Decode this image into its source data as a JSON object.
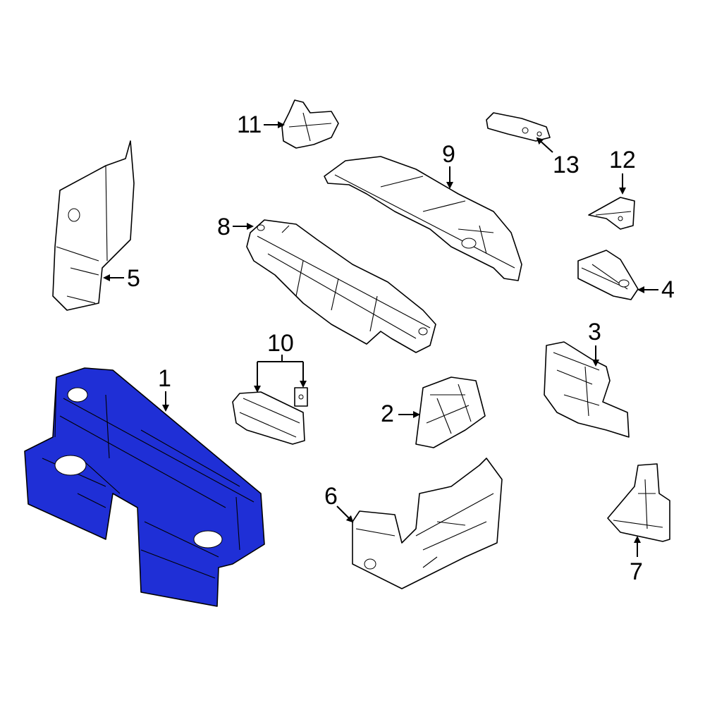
{
  "diagram": {
    "highlight_color": "#1f2fd6",
    "callouts": [
      {
        "id": "1",
        "label": "1"
      },
      {
        "id": "2",
        "label": "2"
      },
      {
        "id": "3",
        "label": "3"
      },
      {
        "id": "4",
        "label": "4"
      },
      {
        "id": "5",
        "label": "5"
      },
      {
        "id": "6",
        "label": "6"
      },
      {
        "id": "7",
        "label": "7"
      },
      {
        "id": "8",
        "label": "8"
      },
      {
        "id": "9",
        "label": "9"
      },
      {
        "id": "10",
        "label": "10"
      },
      {
        "id": "11",
        "label": "11"
      },
      {
        "id": "12",
        "label": "12"
      },
      {
        "id": "13",
        "label": "13"
      }
    ]
  }
}
